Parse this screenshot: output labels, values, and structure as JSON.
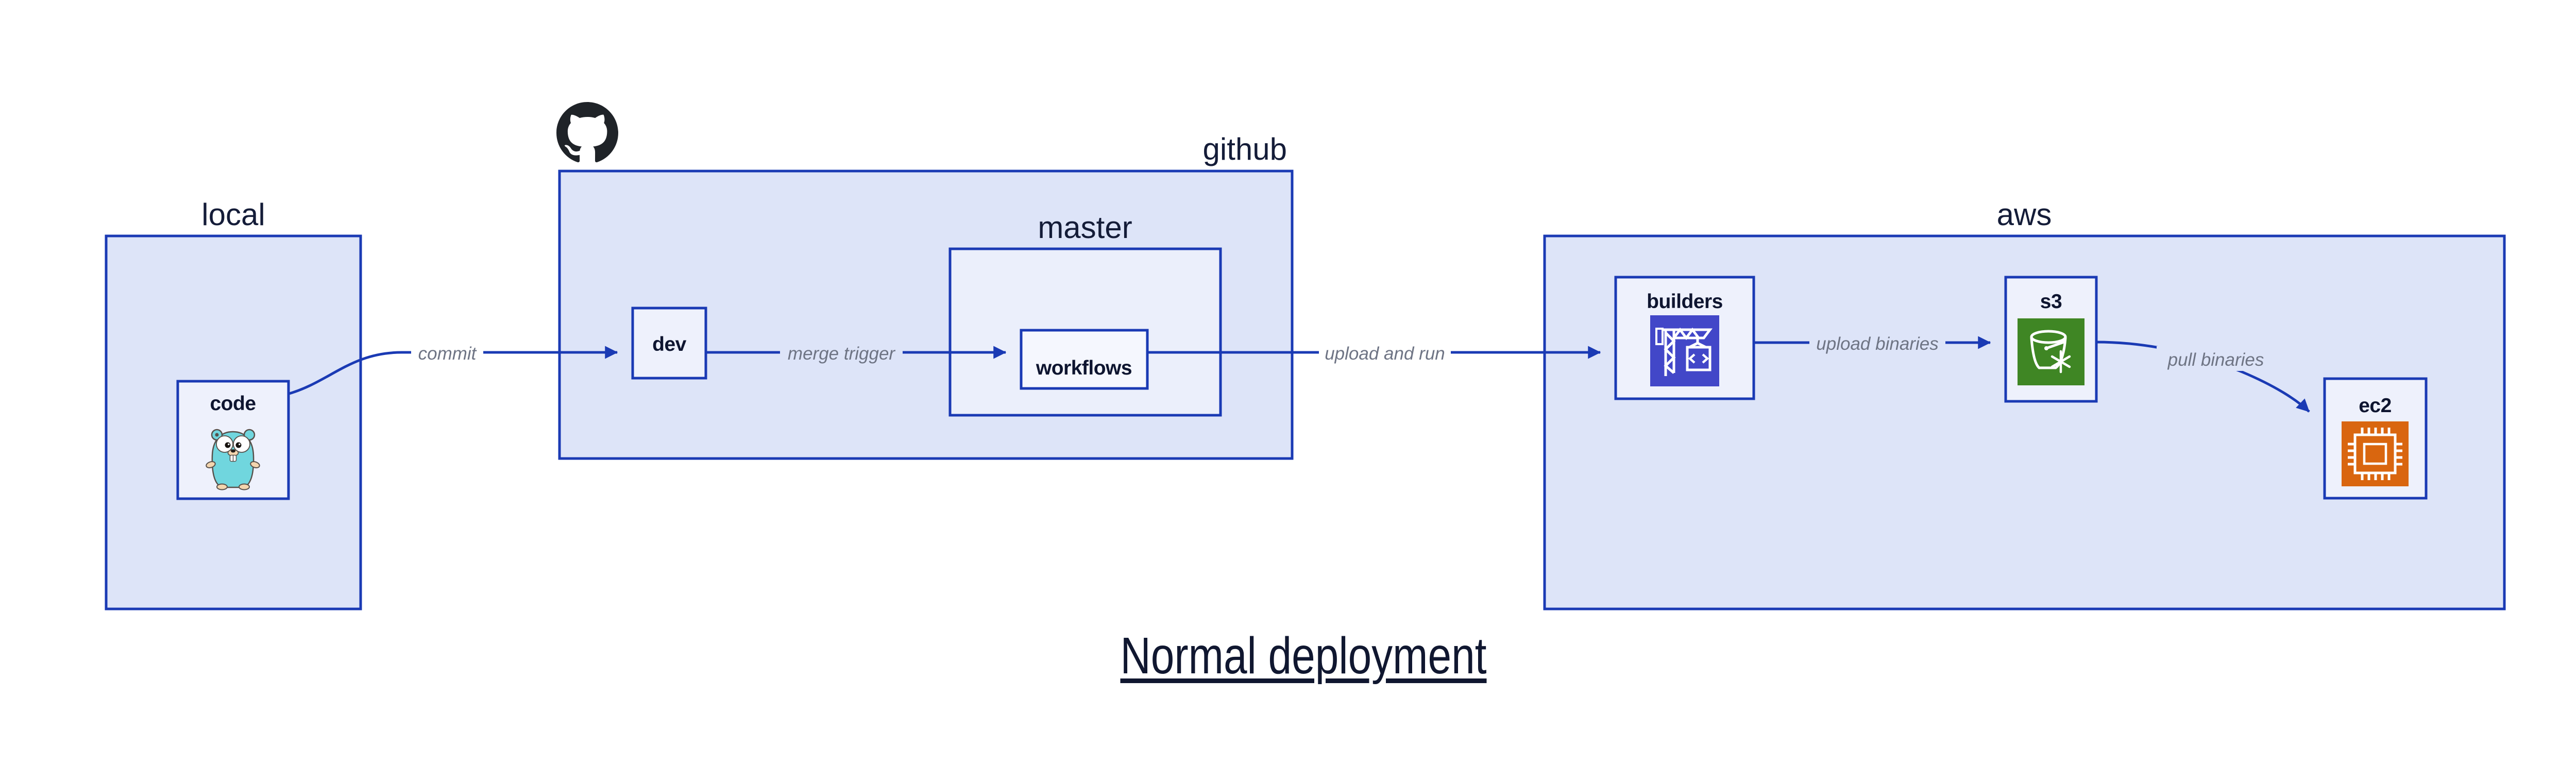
{
  "diagram_title": "Normal deployment",
  "containers": {
    "local": {
      "label": "local"
    },
    "github": {
      "label": "github"
    },
    "master": {
      "label": "master"
    },
    "aws": {
      "label": "aws"
    }
  },
  "nodes": {
    "code": {
      "label": "code",
      "icon": "go-gopher-icon"
    },
    "dev": {
      "label": "dev"
    },
    "workflows": {
      "label": "workflows"
    },
    "builders": {
      "label": "builders",
      "icon": "aws-codebuild-crane-icon"
    },
    "s3": {
      "label": "s3",
      "icon": "aws-s3-bucket-icon"
    },
    "ec2": {
      "label": "ec2",
      "icon": "aws-ec2-chip-icon"
    }
  },
  "edges": [
    {
      "from": "code",
      "to": "dev",
      "label": "commit"
    },
    {
      "from": "dev",
      "to": "workflows",
      "label": "merge trigger"
    },
    {
      "from": "workflows",
      "to": "builders",
      "label": "upload and run"
    },
    {
      "from": "builders",
      "to": "s3",
      "label": "upload binaries"
    },
    {
      "from": "s3",
      "to": "ec2",
      "label": "pull binaries"
    }
  ],
  "icons": {
    "github_logo": "github-octocat-icon"
  },
  "colors": {
    "line_blue": "#1a3ab4",
    "container_fill": "#dde4f8",
    "node_fill": "#eef1fc",
    "master_fill": "#ebeffb",
    "workflows_fill": "#f5f7fe",
    "dark_navy_text": "#101730",
    "edge_label_gray": "#6e7484",
    "codebuild_indigo": "#4247c8",
    "s3_green": "#3f8624",
    "ec2_orange": "#d9660f",
    "octocat_black": "#1f2328",
    "gopher_teal": "#70d6de",
    "gopher_tan": "#f3d5ae",
    "canvas_white": "#ffffff"
  }
}
